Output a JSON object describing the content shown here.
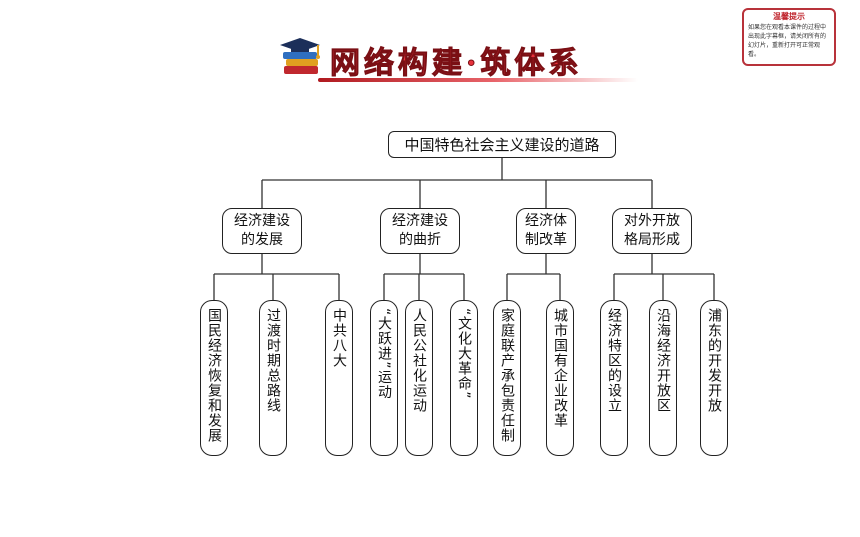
{
  "header": {
    "title": "网络构建·筑体系"
  },
  "tip": {
    "title": "温馨提示",
    "text": "如果您在观看本课件的过程中出现此字幕框，请关闭所有的幻灯片，重新打开可正常观看。"
  },
  "diagram": {
    "root": "中国特色社会主义建设的道路",
    "branches": [
      {
        "label": "经济建设\n的发展",
        "children": [
          "国民经济恢复和发展",
          "过渡时期总路线",
          "中共八大"
        ]
      },
      {
        "label": "经济建设\n的曲折",
        "children": [
          "“大跃进”运动",
          "人民公社化运动",
          "“文化大革命”"
        ]
      },
      {
        "label": "经济体\n制改革",
        "children": [
          "家庭联产承包责任制",
          "城市国有企业改革"
        ]
      },
      {
        "label": "对外开放\n格局形成",
        "children": [
          "经济特区的设立",
          "沿海经济开放区",
          "浦东的开发开放"
        ]
      }
    ]
  }
}
